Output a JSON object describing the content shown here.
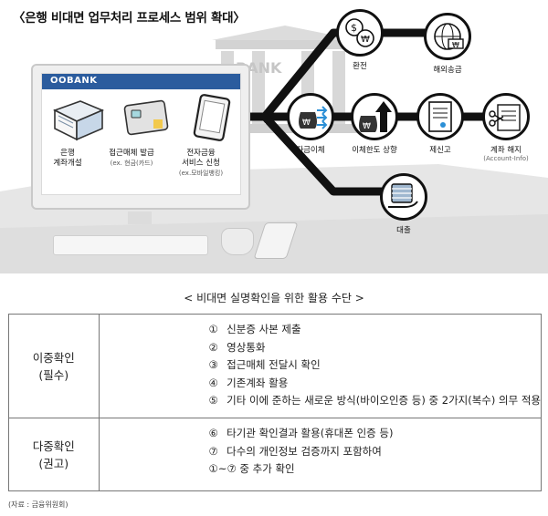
{
  "infographic": {
    "title": "〈은행 비대면 업무처리 프로세스 범위 확대〉",
    "building_text": "BANK",
    "monitor": {
      "bank_name": "OOBANK",
      "items": [
        {
          "icon": "passbook-icon",
          "line1": "은행",
          "line2": "계좌개설",
          "sub": ""
        },
        {
          "icon": "card-icon",
          "line1": "접근매체 발급",
          "line2": "",
          "sub": "(ex. 현금(카드)"
        },
        {
          "icon": "tablet-icon",
          "line1": "전자금융",
          "line2": "서비스 신청",
          "sub": "(ex.모바일뱅킹)"
        }
      ]
    },
    "nodes": {
      "exchange": {
        "label": "환전",
        "icon": "currency-exchange-icon"
      },
      "remittance": {
        "label": "해외송금",
        "icon": "globe-money-icon"
      },
      "transfer": {
        "label": "자금이체",
        "icon": "money-bag-transfer-icon"
      },
      "limit_raise": {
        "label": "이체한도 상향",
        "icon": "money-bag-up-arrow-icon"
      },
      "report": {
        "label": "제신고",
        "icon": "report-document-icon"
      },
      "close_account": {
        "label": "계좌 해지",
        "sub": "(Account-Info)",
        "icon": "scissors-document-icon"
      },
      "loan": {
        "label": "대출",
        "icon": "cash-hand-icon"
      }
    }
  },
  "means": {
    "title": "< 비대면 실명확인을 위한 활용 수단 >",
    "rows": [
      {
        "category_line1": "이중확인",
        "category_line2": "(필수)",
        "items": [
          {
            "num": "①",
            "text": "신분증 사본 제출"
          },
          {
            "num": "②",
            "text": "영상통화"
          },
          {
            "num": "③",
            "text": "접근매체 전달시 확인"
          },
          {
            "num": "④",
            "text": "기존계좌 활용"
          },
          {
            "num": "⑤",
            "text": "기타 이에 준하는 새로운 방식(바이오인증 등) 중 2가지(복수) 의무 적용"
          }
        ]
      },
      {
        "category_line1": "다중확인",
        "category_line2": "(권고)",
        "items": [
          {
            "num": "⑥",
            "text": "타기관 확인결과 활용(휴대폰 인증 등)"
          },
          {
            "num": "⑦",
            "text": "다수의 개인정보 검증까지 포함하여"
          },
          {
            "num": "",
            "text": "①~⑦ 중 추가 확인"
          }
        ]
      }
    ]
  },
  "source": "(자료 : 금융위원회)",
  "colors": {
    "screen_bar": "#2b5c9e",
    "connector": "#111111",
    "floor": "#e8e8e8"
  }
}
